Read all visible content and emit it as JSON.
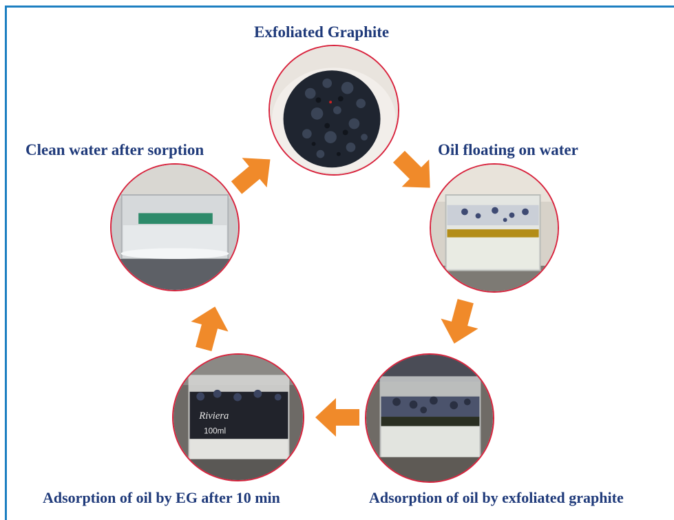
{
  "labels": {
    "exfoliated": "Exfoliated Graphite",
    "oil_floating": "Oil floating on water",
    "adsorption_eg": "Adsorption of oil by exfoliated graphite",
    "adsorption_10min": "Adsorption of oil by EG after 10 min",
    "clean_water": "Clean water after sorption"
  },
  "beaker_text": {
    "brand": "Riviera",
    "volume": "100ml"
  },
  "colors": {
    "frame": "#1d7fc1",
    "label_text": "#1f3a7a",
    "circle_border": "#d8223c",
    "arrow": "#f08a2a"
  }
}
